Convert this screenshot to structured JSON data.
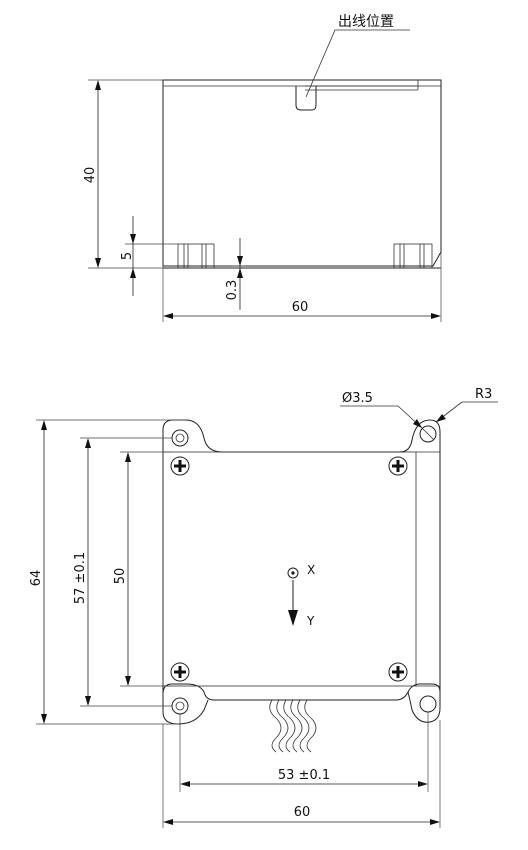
{
  "top_view": {
    "callout_label": "出线位置",
    "dim_height": "40",
    "dim_foot": "5",
    "dim_gap": "0.3",
    "dim_width": "60"
  },
  "bottom_view": {
    "dim_hole_diameter": "Ø3.5",
    "dim_radius": "R3",
    "dim_overall_height": "64",
    "dim_hole_spacing_v": "57 ±0.1",
    "dim_screw_spacing": "50",
    "dim_hole_spacing_h": "53 ±0.1",
    "dim_width": "60",
    "axis_x": "X",
    "axis_y": "Y"
  }
}
